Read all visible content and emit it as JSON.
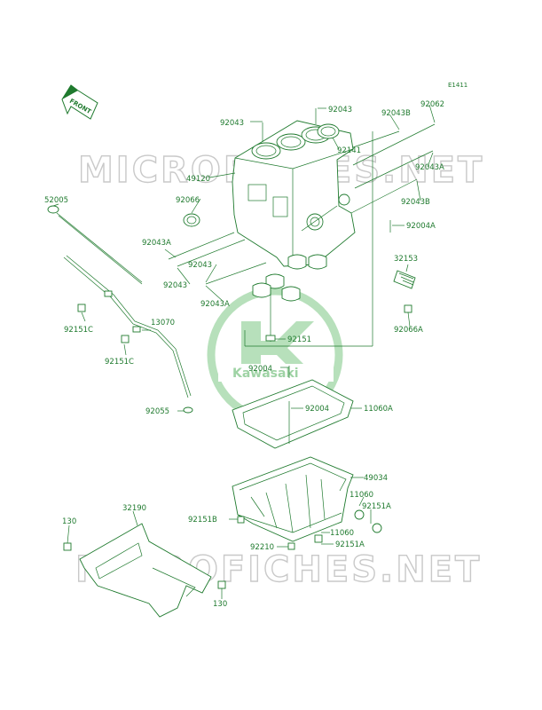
{
  "diagram_code": "E1411",
  "front_label": "FRONT",
  "watermark": "MICROFICHES.NET",
  "logo_text": "Kawasaki",
  "labels": [
    {
      "id": "92043_a",
      "text": "92043"
    },
    {
      "id": "92043_b",
      "text": "92043"
    },
    {
      "id": "92043B_a",
      "text": "92043B"
    },
    {
      "id": "92062",
      "text": "92062"
    },
    {
      "id": "49120",
      "text": "49120"
    },
    {
      "id": "92141",
      "text": "92141"
    },
    {
      "id": "92043A_a",
      "text": "92043A"
    },
    {
      "id": "92066",
      "text": "92066"
    },
    {
      "id": "92043B_b",
      "text": "92043B"
    },
    {
      "id": "52005",
      "text": "52005"
    },
    {
      "id": "92004A",
      "text": "92004A"
    },
    {
      "id": "92043A_b",
      "text": "92043A"
    },
    {
      "id": "92043_c",
      "text": "92043"
    },
    {
      "id": "32153",
      "text": "32153"
    },
    {
      "id": "92043_d",
      "text": "92043"
    },
    {
      "id": "92043A_c",
      "text": "92043A"
    },
    {
      "id": "92066A",
      "text": "92066A"
    },
    {
      "id": "92151C_a",
      "text": "92151C"
    },
    {
      "id": "13070",
      "text": "13070"
    },
    {
      "id": "92151",
      "text": "92151"
    },
    {
      "id": "92151C_b",
      "text": "92151C"
    },
    {
      "id": "92004_a",
      "text": "92004"
    },
    {
      "id": "92004_b",
      "text": "92004"
    },
    {
      "id": "11060A",
      "text": "11060A"
    },
    {
      "id": "92055",
      "text": "92055"
    },
    {
      "id": "49034",
      "text": "49034"
    },
    {
      "id": "11060_a",
      "text": "11060"
    },
    {
      "id": "32190",
      "text": "32190"
    },
    {
      "id": "92151B",
      "text": "92151B"
    },
    {
      "id": "92151A_a",
      "text": "92151A"
    },
    {
      "id": "130_a",
      "text": "130"
    },
    {
      "id": "11060_b",
      "text": "11060"
    },
    {
      "id": "92210",
      "text": "92210"
    },
    {
      "id": "92151A_b",
      "text": "92151A"
    },
    {
      "id": "130_b",
      "text": "130"
    }
  ]
}
